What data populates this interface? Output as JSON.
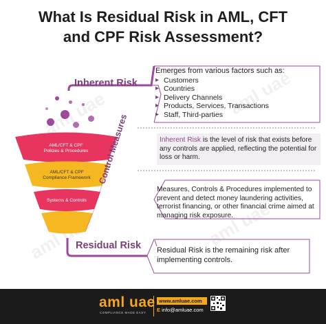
{
  "title_line1": "What Is Residual Risk in AML, CFT",
  "title_line2": "and CPF Risk Assessment?",
  "inherent_label": "Inherent Risk",
  "residual_label": "Residual Risk",
  "control_measures_label": "Control Measures",
  "emerges": {
    "heading": "Emerges from various factors such as:",
    "items": [
      "Customers",
      "Countries",
      "Delivery Channels",
      "Products, Services, Transactions",
      "Staff, Third-parties"
    ]
  },
  "inherent_definition": {
    "term": "Inherent Risk",
    "rest": " is the level of risk that exists before any controls are applied, reflecting the potential for loss or harm."
  },
  "measures_text": "Measures, Controls & Procedures implemented to prevent and detect money laundering activities, terrorist financing, or other financial crime aimed at managing risk exposure.",
  "residual_definition": "Residual Risk is the remaining risk after implementing controls.",
  "funnel": {
    "seg1_line1": "AML/CFT & CPF",
    "seg1_line2": "Policies & Procedures",
    "seg2_line1": "AML/CFT & CPF",
    "seg2_line2": "Compliance Framework",
    "seg3": "Systems & Controls"
  },
  "footer": {
    "logo": "aml uae",
    "tagline": "COMPLIANCE MADE EASY",
    "url": "www.amluae.com",
    "email_prefix": "E",
    "email": "info@amluae.com"
  },
  "watermark": "aml uae",
  "colors": {
    "purple": "#9c4a9c",
    "pink": "#e8355f",
    "yellow": "#f6b820",
    "dark": "#1b1b1b",
    "accent": "#f4a71d"
  }
}
